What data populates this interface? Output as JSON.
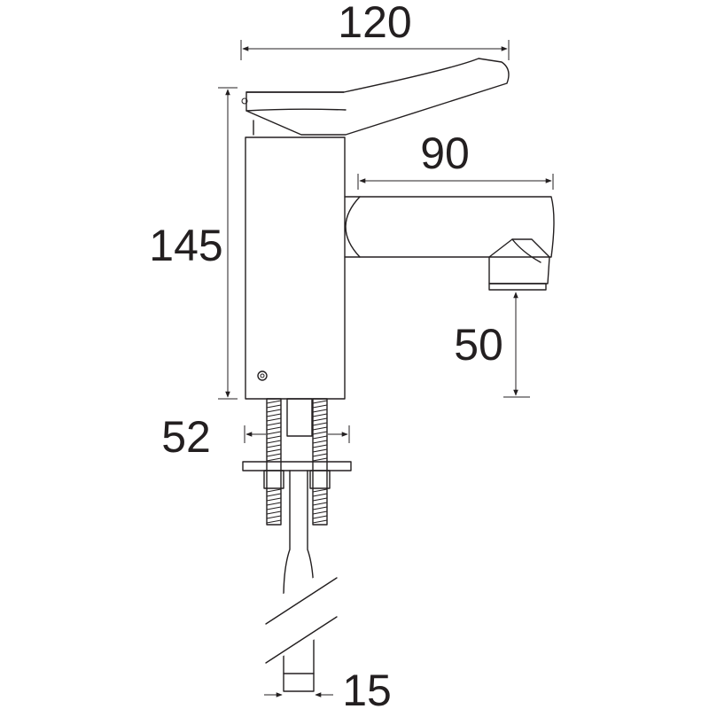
{
  "dimensions": {
    "total_width": "120",
    "spout_reach": "90",
    "total_height": "145",
    "spout_clearance": "50",
    "base_diameter": "52",
    "tail_diameter": "15"
  },
  "colors": {
    "line": "#231f20",
    "background": "#ffffff"
  }
}
